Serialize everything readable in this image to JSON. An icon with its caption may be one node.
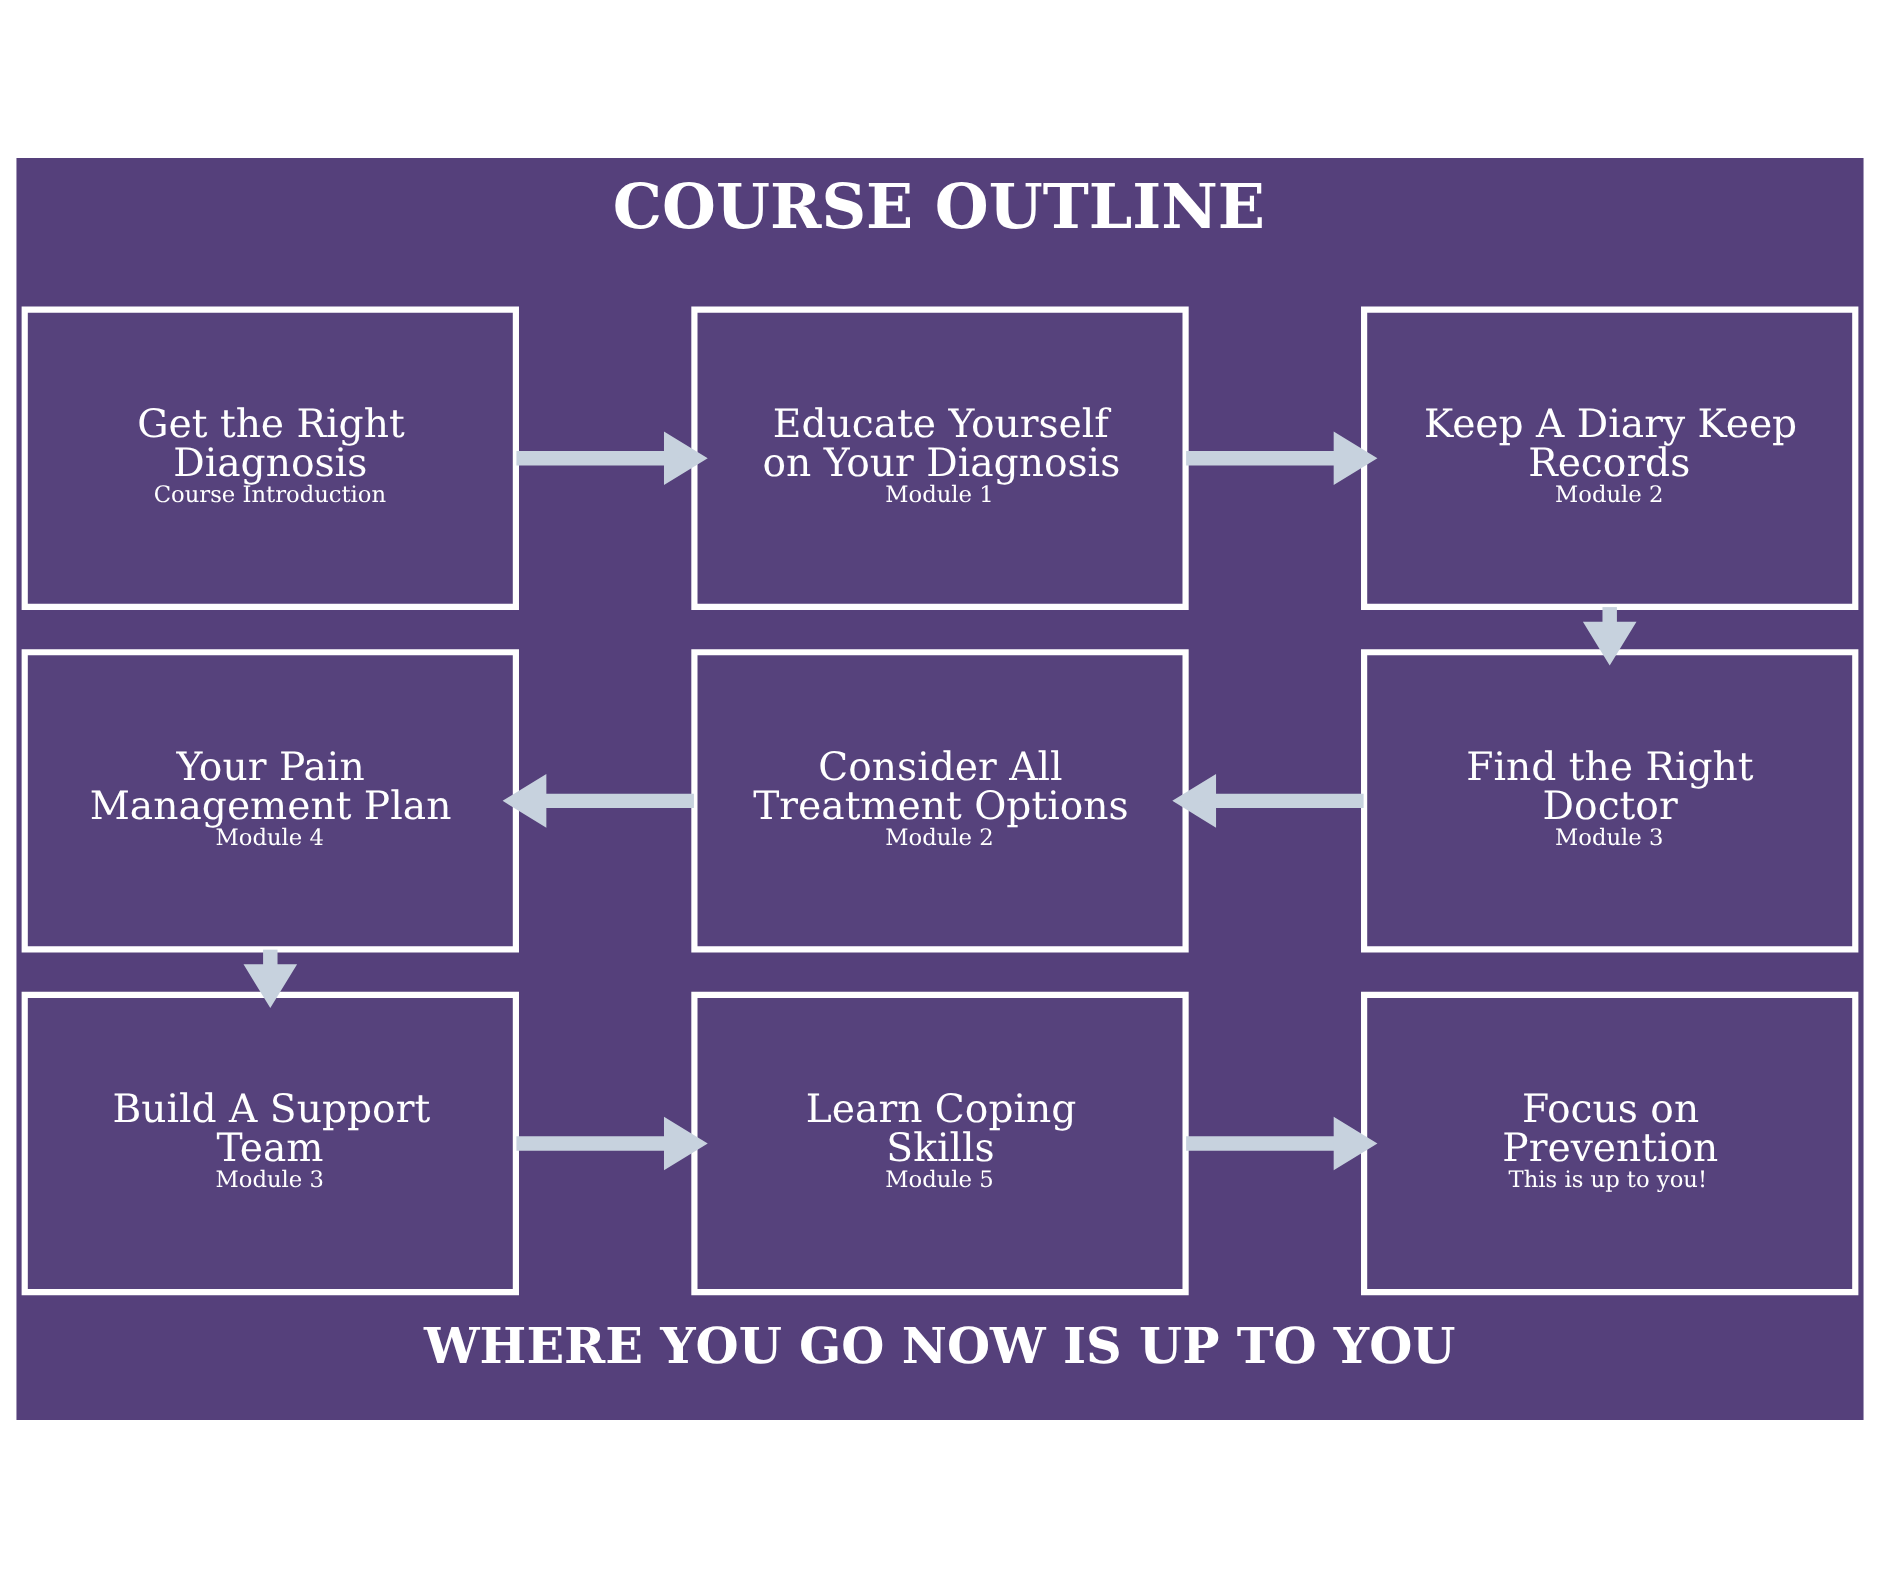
{
  "diagram": {
    "title": "COURSE OUTLINE",
    "caption": "WHERE YOU GO NOW IS UP TO YOU",
    "nodes": [
      {
        "text": [
          "Get the Right Diagnosis",
          "Course Introduction"
        ]
      },
      {
        "text": [
          "Educate Yourself on Your Diagnosis",
          "Module 1"
        ]
      },
      {
        "text": [
          "Keep A Diary Keep Records",
          "Module 2"
        ]
      },
      {
        "text": [
          "Your Pain Management Plan",
          "Module 4"
        ]
      },
      {
        "text": [
          "Consider All Treatment Options",
          "Module 2"
        ]
      },
      {
        "text": [
          "Find the Right Doctor",
          "Module 3"
        ]
      },
      {
        "text": [
          "Build A Support Team",
          "Module 3"
        ]
      },
      {
        "text": [
          "Learn Coping Skills",
          "Module 5"
        ]
      },
      {
        "text": [
          "Focus on Prevention",
          "This is up to you!"
        ]
      }
    ],
    "edges": [
      {
        "from": 0,
        "to": 1,
        "arrow": "to"
      },
      {
        "from": 1,
        "to": 2,
        "arrow": "to"
      },
      {
        "from": 2,
        "to": 5,
        "arrow": "to"
      },
      {
        "from": 5,
        "to": 4,
        "arrow": "to"
      },
      {
        "from": 4,
        "to": 3,
        "arrow": "to"
      },
      {
        "from": 3,
        "to": 6,
        "arrow": "to"
      },
      {
        "from": 6,
        "to": 7,
        "arrow": "to"
      },
      {
        "from": 7,
        "to": 8,
        "arrow": "to"
      }
    ]
  }
}
